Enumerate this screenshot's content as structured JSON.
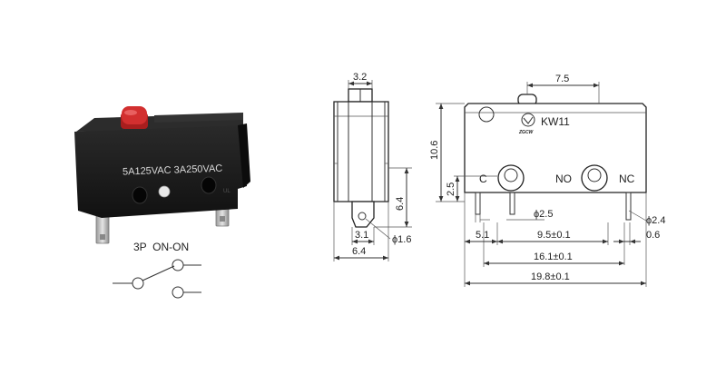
{
  "product": {
    "rating_text": "5A125VAC 3A250VAC",
    "body_color": "#1c1c1c",
    "actuator_color": "#c8282a",
    "terminal_color": "#c9c9c9"
  },
  "circuit": {
    "label": "3P  ON-ON"
  },
  "side_view": {
    "top_width": "3.2",
    "height": "6.4",
    "pin_width": "3.1",
    "base_width": "6.4",
    "hole_dia": "ϕ1.6"
  },
  "front_view": {
    "model": "KW11",
    "logo_text": "ZGCW",
    "actuator_offset": "7.5",
    "height": "10.6",
    "pin_height": "2.5",
    "terminal_c": "C",
    "terminal_no": "NO",
    "terminal_nc": "NC",
    "pin_dia": "ϕ2.5",
    "pin_dia_small": "ϕ2.4",
    "dim_5_1": "5.1",
    "dim_9_5": "9.5±0.1",
    "dim_0_6": "0.6",
    "dim_16_1": "16.1±0.1",
    "dim_19_8": "19.8±0.1"
  }
}
